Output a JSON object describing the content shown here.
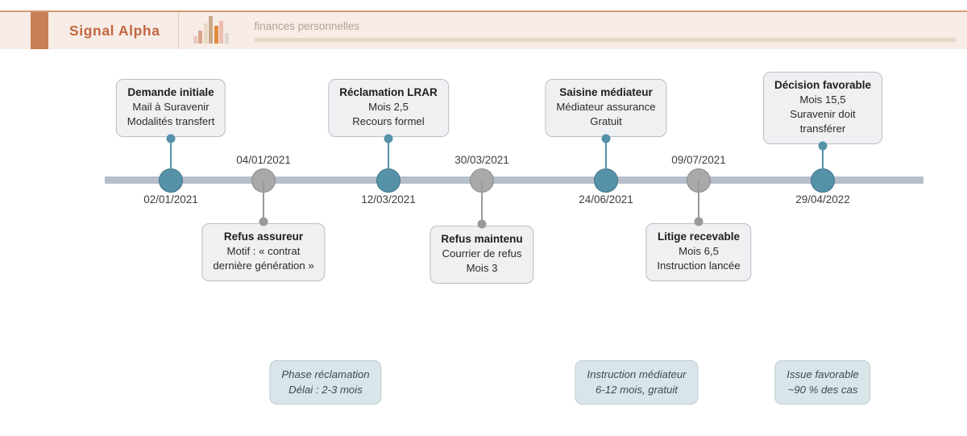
{
  "header": {
    "title": "Signal Alpha",
    "subtitle": "finances personnelles",
    "icon": "bar-chart-icon",
    "accent_color": "#c97e56",
    "title_color": "#c4663f",
    "background_color": "#f7ece6"
  },
  "timeline": {
    "axis_color": "#b6bfcb",
    "teal_color": "#5592a8",
    "gray_color": "#a9a9a9",
    "events": [
      {
        "date": "02/01/2021",
        "position": "above",
        "marker": "teal",
        "title": "Demande initiale",
        "lines": [
          "Mail à Suravenir",
          "Modalités transfert"
        ]
      },
      {
        "date": "04/01/2021",
        "position": "below",
        "marker": "gray",
        "title": "Refus assureur",
        "lines": [
          "Motif : « contrat",
          "dernière génération »"
        ]
      },
      {
        "date": "12/03/2021",
        "position": "above",
        "marker": "teal",
        "title": "Réclamation LRAR",
        "lines": [
          "Mois 2,5",
          "Recours formel"
        ]
      },
      {
        "date": "30/03/2021",
        "position": "below",
        "marker": "gray",
        "title": "Refus maintenu",
        "lines": [
          "Courrier de refus",
          "Mois 3"
        ]
      },
      {
        "date": "24/06/2021",
        "position": "above",
        "marker": "teal",
        "title": "Saisine médiateur",
        "lines": [
          "Médiateur assurance",
          "Gratuit"
        ]
      },
      {
        "date": "09/07/2021",
        "position": "below",
        "marker": "gray",
        "title": "Litige recevable",
        "lines": [
          "Mois 6,5",
          "Instruction lancée"
        ]
      },
      {
        "date": "29/04/2022",
        "position": "above",
        "marker": "teal",
        "title": "Décision favorable",
        "lines": [
          "Mois 15,5",
          "Suravenir doit",
          "transférer"
        ]
      }
    ]
  },
  "annotations": [
    {
      "lines": [
        "Phase réclamation",
        "Délai : 2-3 mois"
      ]
    },
    {
      "lines": [
        "Instruction médiateur",
        "6-12 mois, gratuit"
      ]
    },
    {
      "lines": [
        "Issue favorable",
        "~90 % des cas"
      ]
    }
  ]
}
